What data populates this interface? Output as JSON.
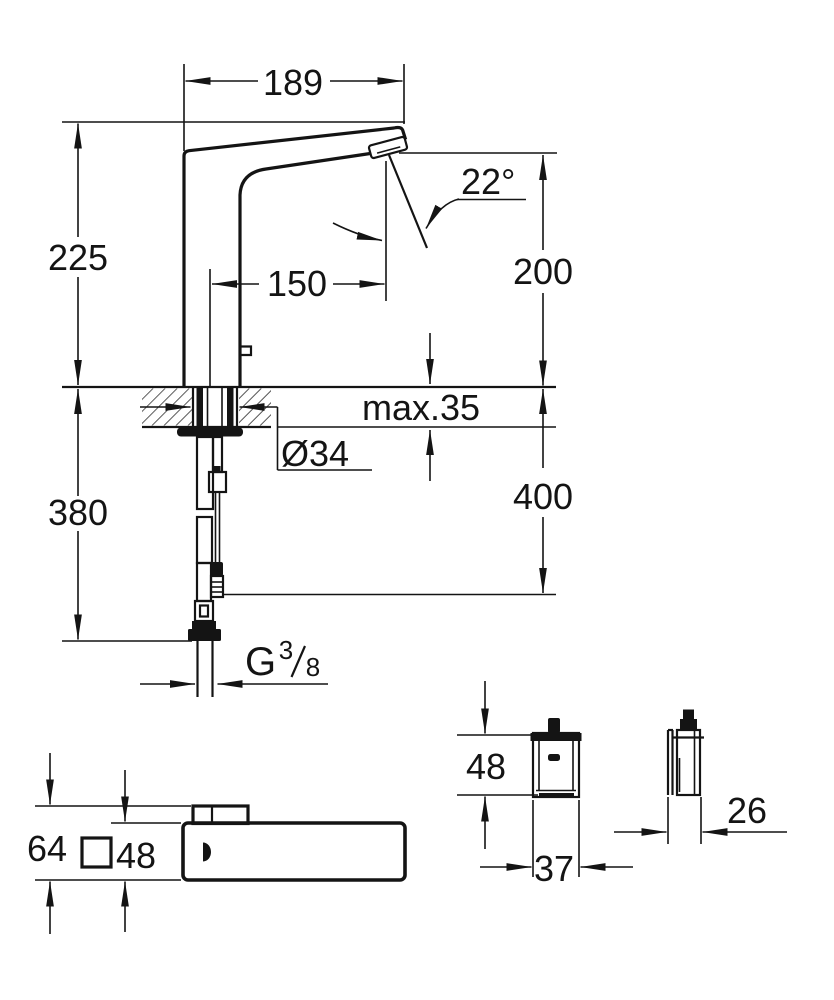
{
  "drawing": {
    "background": "#ffffff",
    "line_color": "#141414",
    "icons": {
      "square_section": "square-outline-symbol"
    },
    "views": {
      "main": {
        "dims": {
          "d189": "189",
          "d225": "225",
          "angle22": "22°",
          "d150": "150",
          "d200": "200",
          "max35": "max.35",
          "dia34": "Ø34",
          "d400": "400",
          "d380": "380",
          "g_letter": "G",
          "g_num": "3",
          "g_den": "8"
        }
      },
      "top": {
        "dims": {
          "d64": "64",
          "d48": "48"
        }
      },
      "control_front": {
        "dims": {
          "h48": "48",
          "w37": "37"
        }
      },
      "control_side": {
        "dims": {
          "d26": "26"
        }
      }
    }
  }
}
